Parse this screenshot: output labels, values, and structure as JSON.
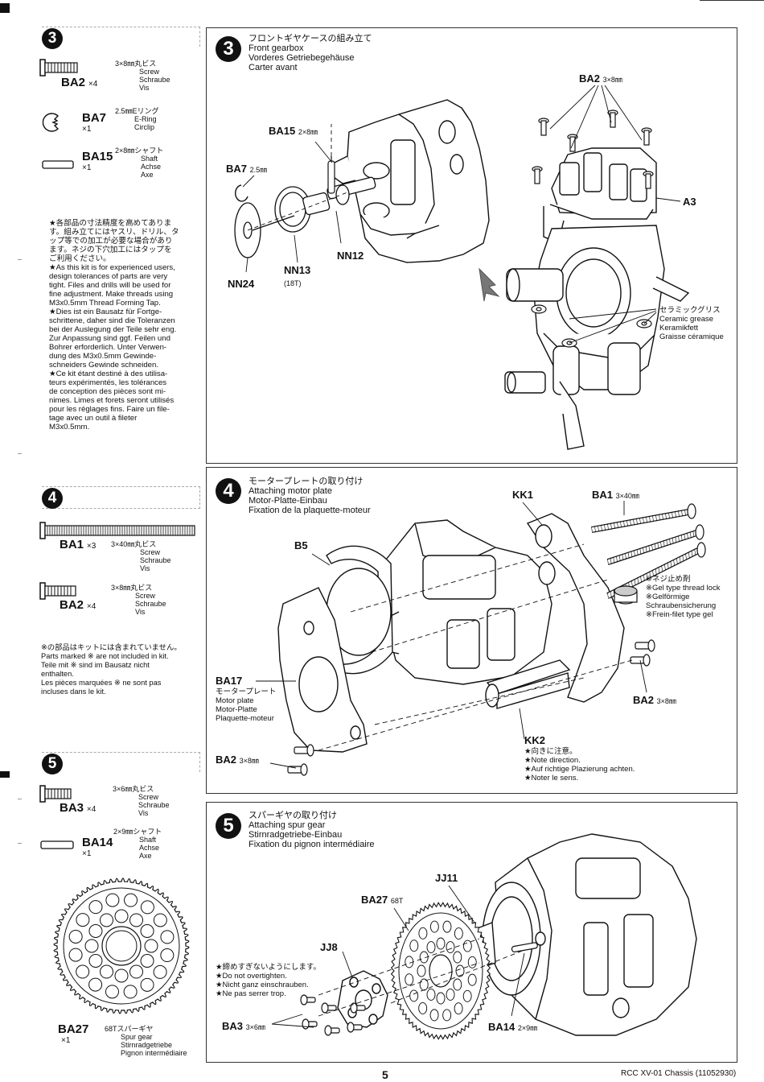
{
  "page": {
    "number": "5",
    "footer": "RCC XV-01 Chassis (11052930)"
  },
  "sidebar": {
    "step3": {
      "number": "3",
      "parts": [
        {
          "code": "BA2",
          "qty": "×4",
          "jp": "3×8㎜丸ビス",
          "en": "Screw",
          "de": "Schraube",
          "fr": "Vis"
        },
        {
          "code": "BA7",
          "qty": "×1",
          "jp": "2.5㎜Eリング",
          "en": "E-Ring",
          "de": "Circlip",
          "fr": ""
        },
        {
          "code": "BA15",
          "qty": "×1",
          "jp": "2×8㎜シャフト",
          "en": "Shaft",
          "de": "Achse",
          "fr": "Axe"
        }
      ],
      "note_lines": [
        "★各部品の寸法精度を高めてありま",
        "す。組み立てにはヤスリ、ドリル、タ",
        "ップ等での加工が必要な場合があり",
        "ます。ネジの下穴加工にはタップを",
        "ご利用ください。",
        "★As this kit is for experienced users,",
        "design tolerances of parts are very",
        "tight. Files and drills will be used for",
        "fine adjustment. Make threads using",
        "M3x0.5mm Thread Forming Tap.",
        "★Dies ist ein Bausatz für Fortge-",
        "schrittene, daher sind die Toleranzen",
        "bei der Auslegung der Teile sehr eng.",
        "Zur Anpassung sind ggf. Feilen und",
        "Bohrer erforderlich. Unter Verwen-",
        "dung des M3x0.5mm Gewinde-",
        "schneiders Gewinde schneiden.",
        "★Ce kit étant destiné à des utilisa-",
        "teurs expérimentés, les tolérances",
        "de conception des pièces sont mi-",
        "nimes. Limes et forets seront utilisés",
        "pour les réglages fins. Faire un file-",
        "tage avec un outil à fileter",
        "M3x0.5mm."
      ]
    },
    "step4": {
      "number": "4",
      "parts": [
        {
          "code": "BA1",
          "qty": "×3",
          "jp": "3×40㎜丸ビス",
          "en": "Screw",
          "de": "Schraube",
          "fr": "Vis"
        },
        {
          "code": "BA2",
          "qty": "×4",
          "jp": "3×8㎜丸ビス",
          "en": "Screw",
          "de": "Schraube",
          "fr": "Vis"
        }
      ],
      "note_lines": [
        "※の部品はキットには含まれていません。",
        "Parts marked ※ are not included in kit.",
        "Teile mit ※ sind im Bausatz nicht",
        "enthalten.",
        "Les pièces marquées ※ ne sont pas",
        "incluses dans le kit."
      ]
    },
    "step5": {
      "number": "5",
      "parts": [
        {
          "code": "BA3",
          "qty": "×4",
          "jp": "3×6㎜丸ビス",
          "en": "Screw",
          "de": "Schraube",
          "fr": "Vis"
        },
        {
          "code": "BA14",
          "qty": "×1",
          "jp": "2×9㎜シャフト",
          "en": "Shaft",
          "de": "Achse",
          "fr": "Axe"
        },
        {
          "code": "BA27",
          "qty": "×1",
          "jp": "68Tスパーギヤ",
          "en": "Spur gear",
          "de": "Stirnradgetriebe",
          "fr": "Pignon intermédiaire"
        }
      ]
    }
  },
  "panels": {
    "step3": {
      "number": "3",
      "title_jp": "フロントギヤケースの組み立て",
      "title_en": "Front gearbox",
      "title_de": "Vorderes Getriebegehäuse",
      "title_fr": "Carter avant",
      "labels": {
        "ba2": "BA2",
        "ba2_size": "3×8㎜",
        "ba15": "BA15",
        "ba15_size": "2×8㎜",
        "ba7": "BA7",
        "ba7_size": "2.5㎜",
        "a3": "A3",
        "nn12": "NN12",
        "nn13": "NN13",
        "nn13_sub": "(18T)",
        "nn24": "NN24"
      },
      "grease": [
        "セラミックグリス",
        "Ceramic grease",
        "Keramikfett",
        "Graisse céramique"
      ]
    },
    "step4": {
      "number": "4",
      "title_jp": "モータープレートの取り付け",
      "title_en": "Attaching motor plate",
      "title_de": "Motor-Platte-Einbau",
      "title_fr": "Fixation de la plaquette-moteur",
      "labels": {
        "kk1": "KK1",
        "ba1": "BA1",
        "ba1_size": "3×40㎜",
        "b5": "B5",
        "ba17": "BA17",
        "ba2_right": "BA2",
        "ba2_right_size": "3×8㎜",
        "ba2_left": "BA2",
        "ba2_left_size": "3×8㎜",
        "kk2": "KK2"
      },
      "ba17_desc": [
        "モータープレート",
        "Motor plate",
        "Motor-Platte",
        "Plaquette-moteur"
      ],
      "thread_lock": [
        "※ネジ止め剤",
        "※Gel type thread lock",
        "※Gelförmige",
        "Schraubensicherung",
        "※Frein-filet type gel"
      ],
      "kk2_note": [
        "★向きに注意。",
        "★Note direction.",
        "★Auf richtige Plazierung achten.",
        "★Noter le sens."
      ]
    },
    "step5": {
      "number": "5",
      "title_jp": "スパーギヤの取り付け",
      "title_en": "Attaching spur gear",
      "title_de": "Stirnradgetriebe-Einbau",
      "title_fr": "Fixation du pignon intermédiaire",
      "labels": {
        "jj11": "JJ11",
        "ba27": "BA27",
        "ba27_size": "68T",
        "jj8": "JJ8",
        "ba3": "BA3",
        "ba3_size": "3×6㎜",
        "ba14": "BA14",
        "ba14_size": "2×9㎜"
      },
      "tighten_note": [
        "★締めすぎないようにします。",
        "★Do not overtighten.",
        "★Nicht ganz einschrauben.",
        "★Ne pas serrer trop."
      ]
    }
  }
}
